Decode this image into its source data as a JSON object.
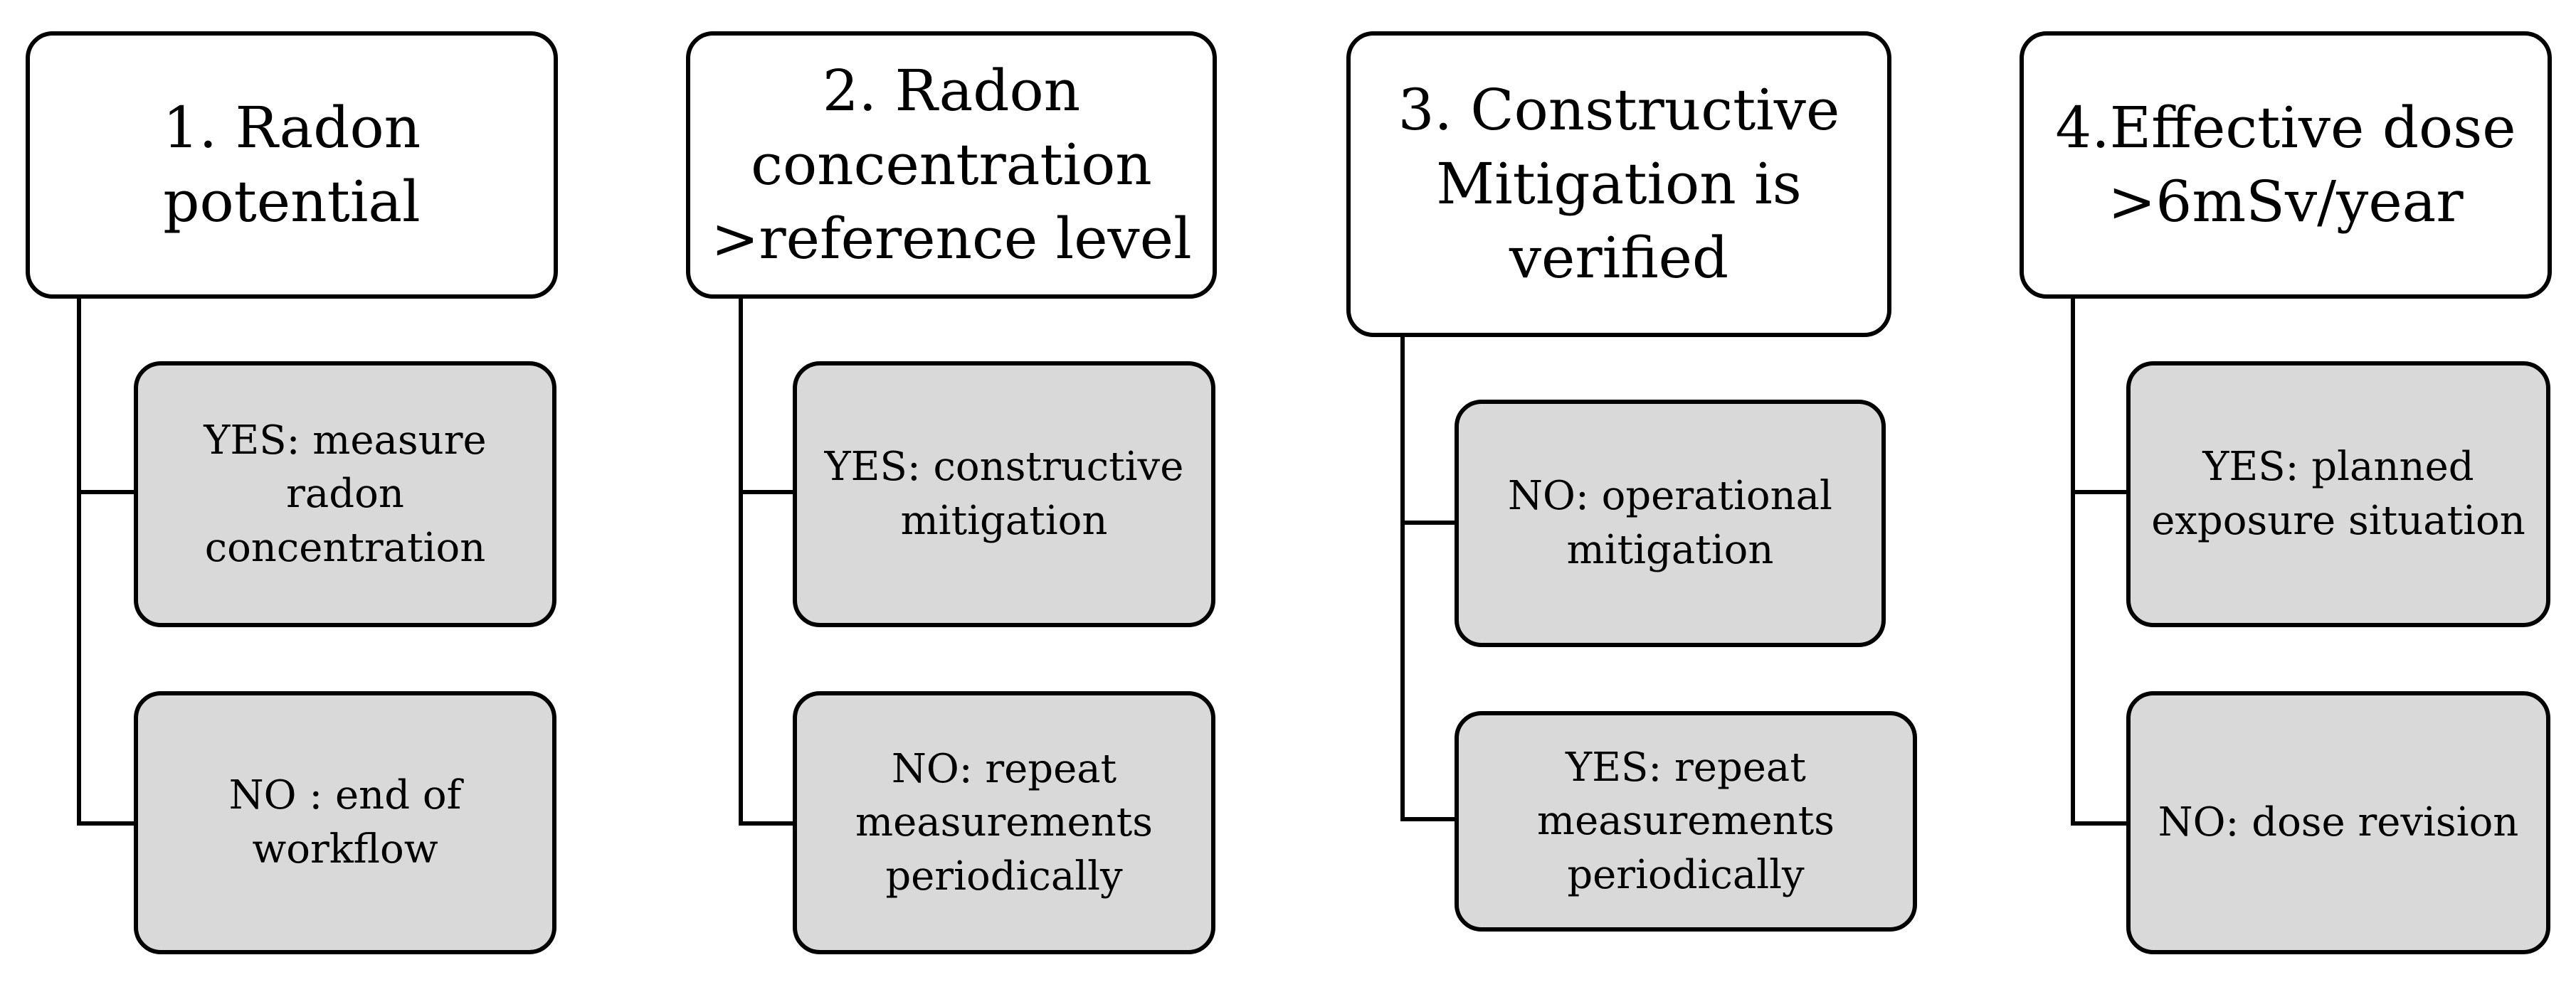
{
  "columns": [
    {
      "title": "1. Radon\npotential",
      "branches": [
        {
          "label": "YES: measure\nradon\nconcentration"
        },
        {
          "label": "NO : end of\nworkflow"
        }
      ]
    },
    {
      "title": "2. Radon\nconcentration\n>reference level",
      "branches": [
        {
          "label": "YES: constructive\nmitigation"
        },
        {
          "label": "NO: repeat\nmeasurements\nperiodically"
        }
      ]
    },
    {
      "title": "3. Constructive\nMitigation is\nverified",
      "branches": [
        {
          "label": "NO: operational\nmitigation"
        },
        {
          "label": "YES: repeat\nmeasurements\nperiodically"
        }
      ]
    },
    {
      "title": "4.Effective dose\n>6mSv/year",
      "branches": [
        {
          "label": "YES: planned\nexposure situation"
        },
        {
          "label": "NO: dose revision"
        }
      ]
    }
  ],
  "colors": {
    "header_fill": "#ffffff",
    "branch_fill": "#d9d9d9",
    "stroke": "#000000"
  }
}
